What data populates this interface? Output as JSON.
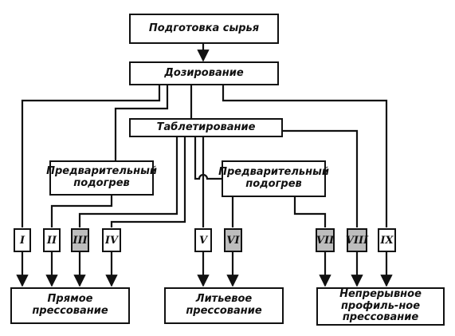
{
  "boxes": {
    "raw_prep": "Подготовка сырья",
    "dosing": "Дозирование",
    "tableting": "Таблетирование",
    "preheat_left": "Предварительный подогрев",
    "preheat_right": "Предварительный подогрев",
    "direct_pressing": "Прямое прессование",
    "injection_pressing": "Литьевое прессование",
    "continuous_pressing": "Непрерывное профиль-ное прессование"
  },
  "routes": [
    "I",
    "II",
    "III",
    "IV",
    "V",
    "VI",
    "VII",
    "VIII",
    "IX"
  ]
}
